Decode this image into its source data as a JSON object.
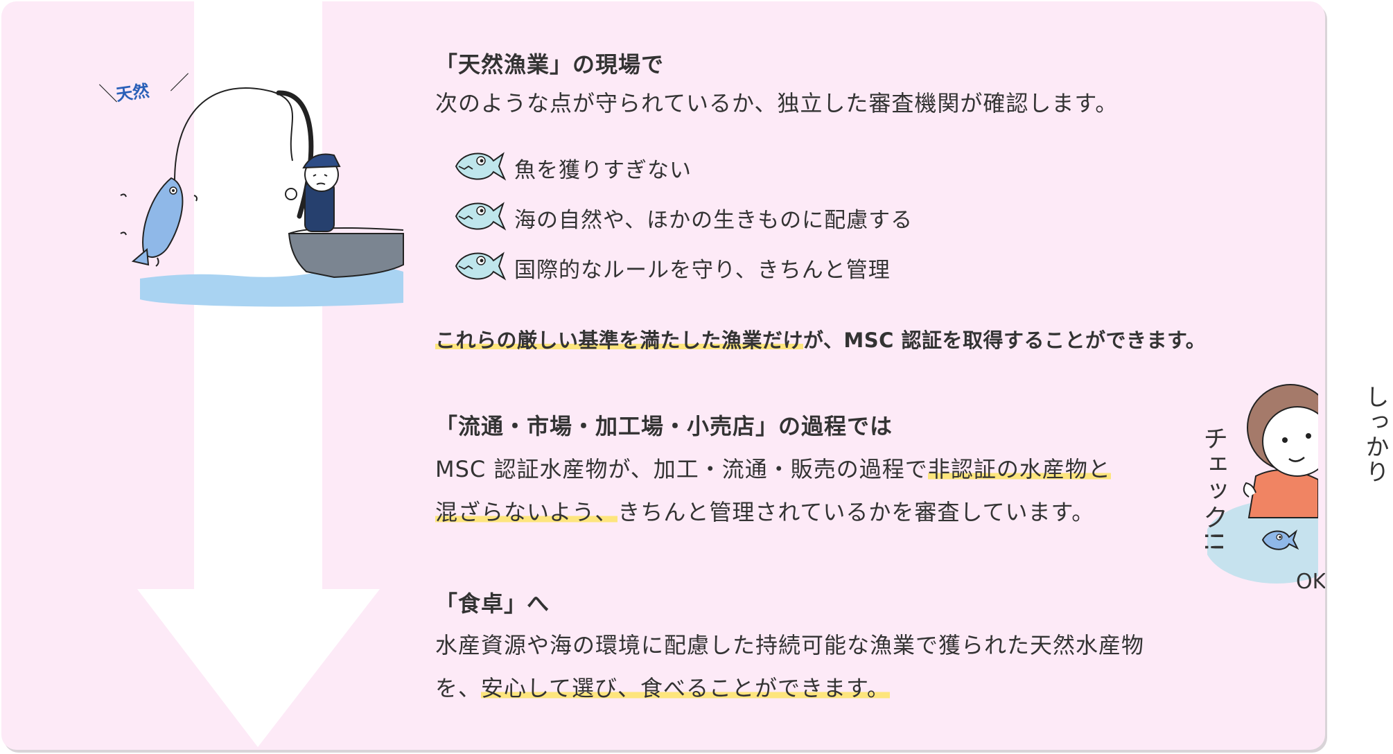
{
  "illustration": {
    "tennen_label": "天然",
    "check_label": "チェック!!",
    "shikkari_label": "しっかり",
    "ok_label": "OK!!"
  },
  "section1": {
    "heading": "「天然漁業」の現場で",
    "intro": "次のような点が守られているか、独立した審査機関が確認します。",
    "criteria": [
      {
        "label": "魚を獲りすぎない",
        "icon": "fish-icon"
      },
      {
        "label": "海の自然や、ほかの生きものに配慮する",
        "icon": "fish-icon"
      },
      {
        "label": "国際的なルールを守り、きちんと管理",
        "icon": "fish-icon"
      }
    ],
    "conclusion_highlight": "これらの厳しい基準を満たした漁業だけ",
    "conclusion_rest": "が、MSC 認証を取得することができます。"
  },
  "section2": {
    "heading": "「流通・市場・加工場・小売店」の過程では",
    "line1_plain": "MSC 認証水産物が、加工・流通・販売の過程で",
    "line1_highlight": "非認証の水産物と",
    "line2_highlight": "混ざらないよう、",
    "line2_plain": "きちんと管理されているかを審査しています。"
  },
  "section3": {
    "heading": "「食卓」へ",
    "line1": "水産資源や海の環境に配慮した持続可能な漁業で獲られた天然水産物",
    "line2_plain": "を、",
    "line2_highlight": "安心して選び、食べることができます。"
  },
  "colors": {
    "panel_bg": "#fdeaf7",
    "highlight": "#fde57d",
    "fish": "#bfe6ec",
    "water": "#a9d3f2",
    "boat": "#7b8591"
  }
}
